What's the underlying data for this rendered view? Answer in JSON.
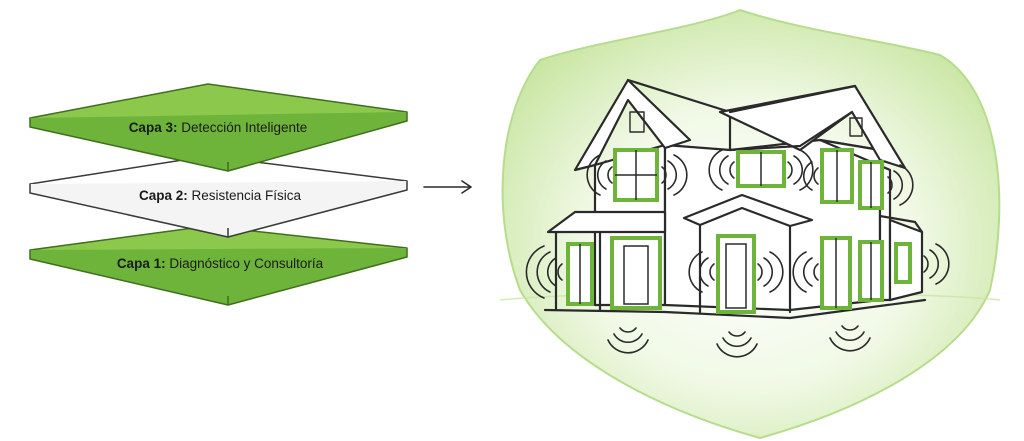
{
  "diagram": {
    "layers": [
      {
        "id": "layer-3",
        "prefix": "Capa 3:",
        "text": " Detección Inteligente",
        "fill": "#8cc84b"
      },
      {
        "id": "layer-2",
        "prefix": "Capa 2:",
        "text": " Resistencia Física",
        "fill": "#ffffff"
      },
      {
        "id": "layer-1",
        "prefix": "Capa 1:",
        "text": " Diagnóstico y Consultoría",
        "fill": "#8cc84b"
      }
    ],
    "arrow_icon": "arrow-right-icon",
    "house_icon": "house-icon",
    "shield_icon": "shield-icon",
    "signal_icon": "signal-wave-icon",
    "colors": {
      "accent": "#8cc84b",
      "accent_dark": "#6fb43a",
      "shield": "#dcefc2",
      "outline": "#2a2a2a"
    }
  }
}
